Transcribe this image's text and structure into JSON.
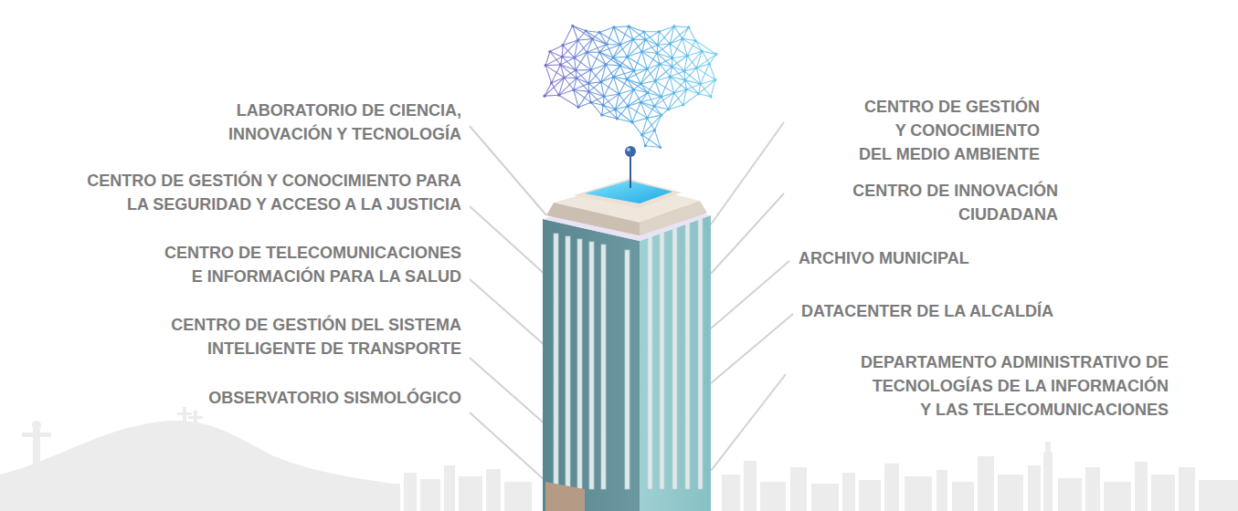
{
  "diagram": {
    "labels": [
      "LABORATORIO DE CIENCIA, INNOVACIÓN Y TECNOLOGÍA",
      "CENTRO DE GESTIÓN Y CONOCIMIENTO PARA LA SEGURIDAD Y ACCESO A LA JUSTICIA",
      "CENTRO DE TELECOMUNICACIONES E INFORMACIÓN PARA LA SALUD",
      "CENTRO DE GESTIÓN DEL SISTEMA INTELIGENTE DE TRANSPORTE",
      "OBSERVATORIO SISMOLÓGICO",
      "CENTRO DE GESTIÓN Y CONOCIMIENTO DEL MEDIO AMBIENTE",
      "CENTRO DE INNOVACIÓN CIUDADANA",
      "ARCHIVO MUNICIPAL",
      "DATACENTER DE LA ALCALDÍA",
      "DEPARTAMENTO ADMINISTRATIVO DE TECNOLOGÍAS DE LA INFORMACIÓN Y LAS TELECOMUNICACIONES"
    ]
  }
}
